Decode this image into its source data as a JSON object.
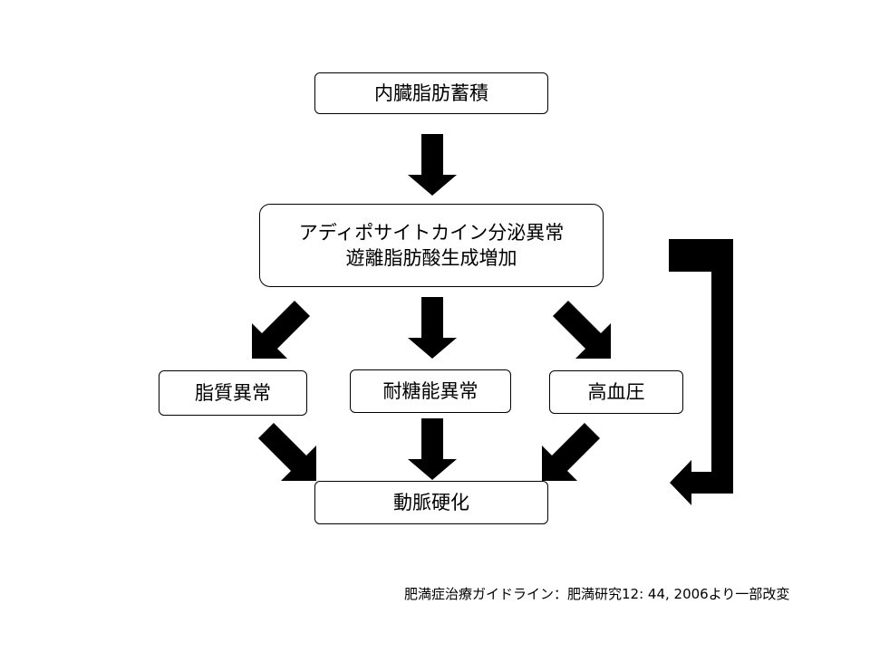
{
  "diagram": {
    "visceral_fat": "内臓脂肪蓄積",
    "adipocytokine": "アディポサイトカイン分泌異常",
    "free_fatty_acid": "遊離脂肪酸生成増加",
    "dyslipidemia": "脂質異常",
    "glucose_intolerance": "耐糖能異常",
    "hypertension": "高血圧",
    "atherosclerosis": "動脈硬化"
  },
  "source": "肥満症治療ガイドライン：肥満研究12: 44, 2006より一部改変"
}
